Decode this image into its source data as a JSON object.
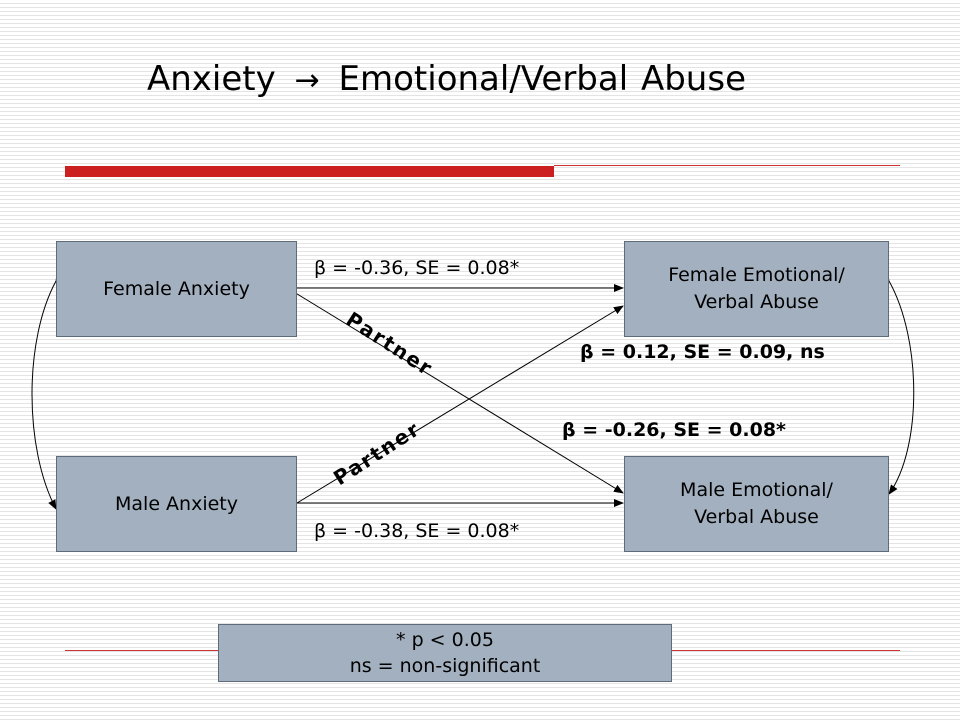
{
  "title": "Anxiety → Emotional/Verbal Abuse",
  "title_parts": {
    "left": "Anxiety",
    "arrow": "→",
    "right": "Emotional/Verbal Abuse"
  },
  "nodes": {
    "female_anxiety": "Female Anxiety",
    "male_anxiety": "Male Anxiety",
    "female_abuse": "Female Emotional/\nVerbal Abuse",
    "male_abuse": "Male Emotional/\nVerbal Abuse"
  },
  "paths": {
    "female_to_female": "β = -0.36, SE = 0.08*",
    "male_to_male": "β = -0.38, SE = 0.08*",
    "male_to_female": "β = 0.12, SE = 0.09, ns",
    "female_to_male": "β = -0.26, SE = 0.08*"
  },
  "partner_labels": {
    "upper": "Partner",
    "lower": "Partner"
  },
  "legend": {
    "line1": "* p < 0.05",
    "line2": "ns = non-significant"
  },
  "colors": {
    "box_fill": "#a3b0bf",
    "accent": "#cc1f1f"
  }
}
